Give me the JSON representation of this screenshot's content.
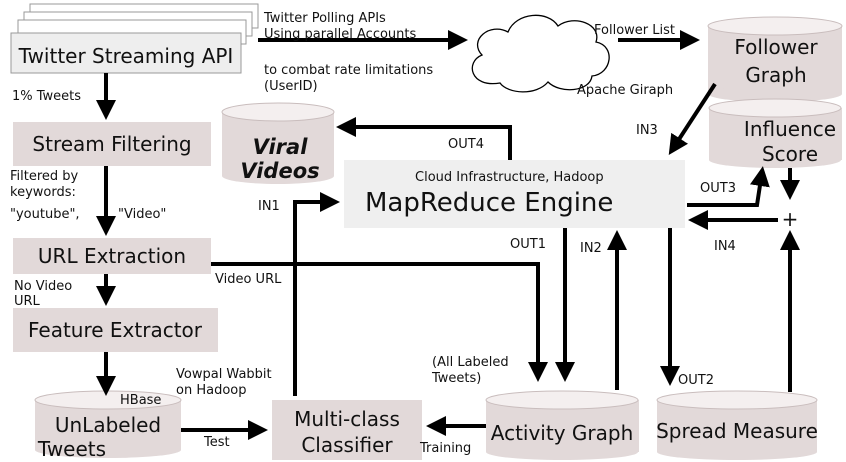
{
  "nodes": {
    "twitter_streaming_api": "Twitter Streaming API",
    "stream_filtering": "Stream Filtering",
    "url_extraction": "URL Extraction",
    "feature_extractor": "Feature Extractor",
    "unlabeled_tweets": [
      "UnLabeled",
      "Tweets"
    ],
    "multiclass_classifier": [
      "Multi-class",
      "Classifier"
    ],
    "activity_graph": "Activity Graph",
    "spread_measure": "Spread Measure",
    "follower_graph": [
      "Follower",
      "Graph"
    ],
    "influence_score": [
      "Influence",
      "Score"
    ],
    "viral_videos": [
      "Viral",
      "Videos"
    ],
    "mapreduce_engine": "MapReduce Engine",
    "cloud_label": "Cloud Infrastructure, Hadoop",
    "plus_symbol": "+"
  },
  "labels": {
    "polling": [
      "Twitter Polling APIs",
      "Using parallel Accounts"
    ],
    "rate_limit": [
      "to combat rate limitations",
      "(UserID)"
    ],
    "follower_list": "Follower List",
    "apache_giraph": "Apache Giraph",
    "one_percent": "1% Tweets",
    "filtered_by": [
      "Filtered by",
      "keywords:",
      "\"youtube\",",
      "\"Video\""
    ],
    "no_video_url": [
      "No Video",
      "URL"
    ],
    "video_url": "Video URL",
    "hbase": "HBase",
    "vowpal": [
      "Vowpal Wabbit",
      "on Hadoop"
    ],
    "test": "Test",
    "training": "Training",
    "all_labeled": [
      "(All Labeled",
      "Tweets)"
    ],
    "in1": "IN1",
    "in2": "IN2",
    "in3": "IN3",
    "in4": "IN4",
    "out1": "OUT1",
    "out2": "OUT2",
    "out3": "OUT3",
    "out4": "OUT4"
  }
}
